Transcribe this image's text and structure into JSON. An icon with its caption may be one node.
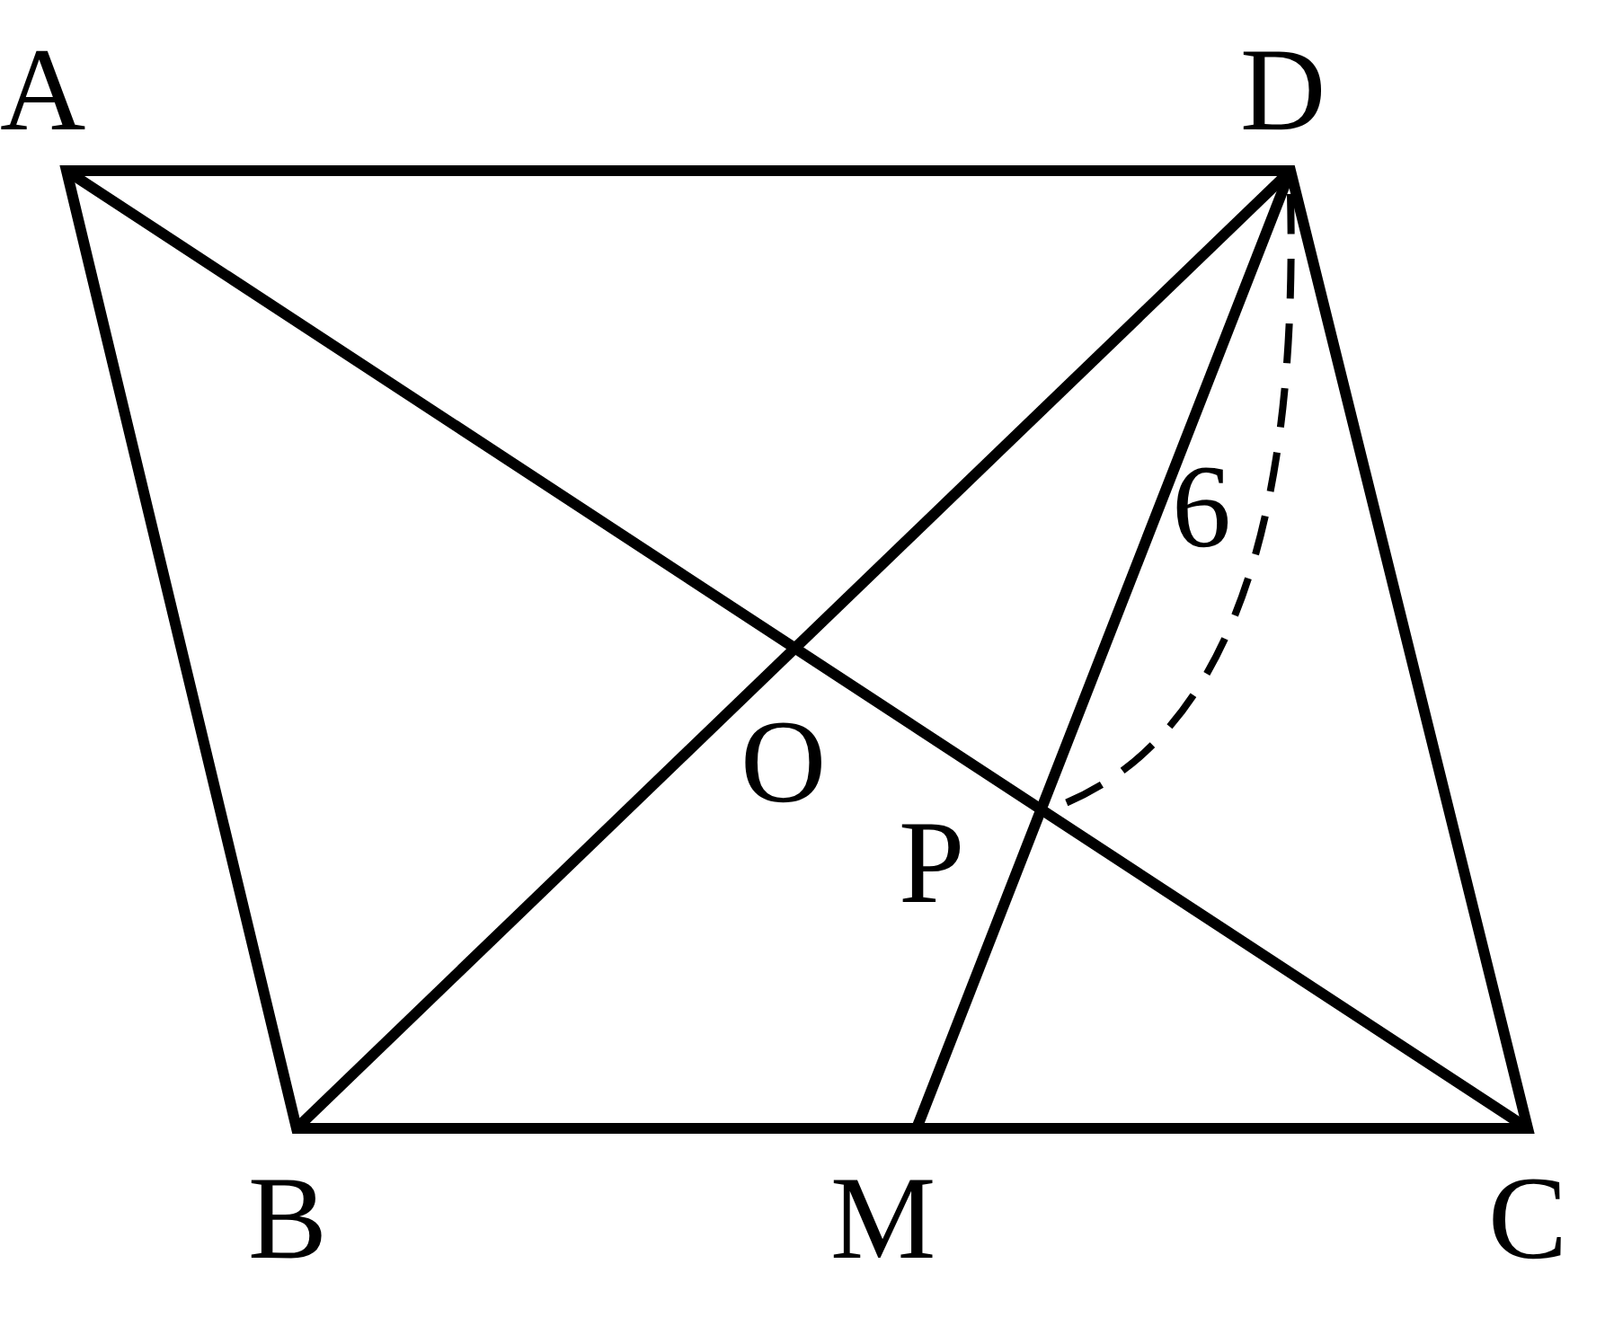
{
  "diagram": {
    "labels": [
      "A",
      "D",
      "O",
      "6",
      "P",
      "B",
      "M",
      "C"
    ]
  }
}
